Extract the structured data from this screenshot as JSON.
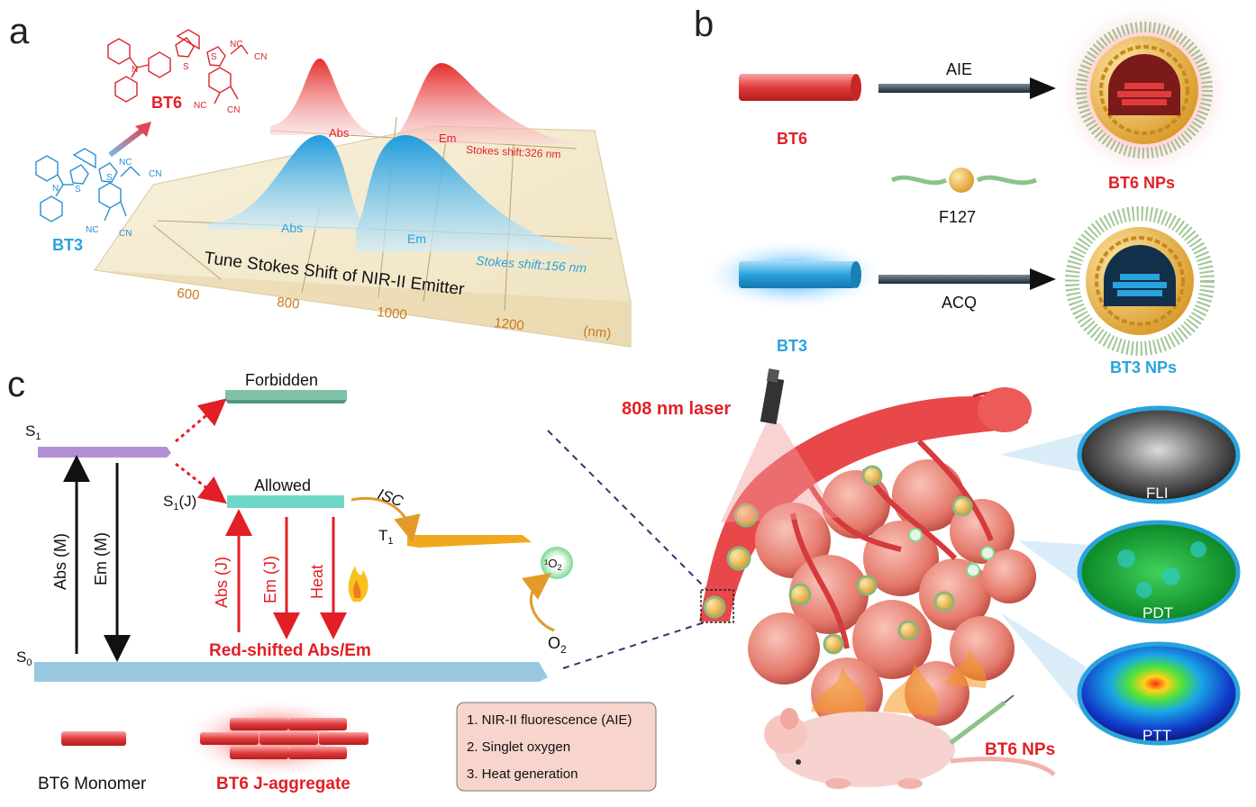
{
  "panels": {
    "a": "a",
    "b": "b",
    "c": "c"
  },
  "panel_a": {
    "compound_bt6": "BT6",
    "compound_bt3": "BT3",
    "cn_label": "CN",
    "nc_label": "NC",
    "atom_n": "N",
    "atom_s": "S",
    "bt6_abs": "Abs",
    "bt6_em": "Em",
    "bt6_stokes": "Stokes shift:326 nm",
    "bt3_abs": "Abs",
    "bt3_em": "Em",
    "bt3_stokes": "Stokes shift:156 nm",
    "title": "Tune Stokes Shift of NIR-II Emitter",
    "ticks": [
      "600",
      "800",
      "1000",
      "1200",
      "(nm)"
    ],
    "colors": {
      "bt6": "#e02a2a",
      "bt3": "#2aa3dc",
      "tick": "#c77a1f",
      "plane": "#f4ecd2"
    }
  },
  "panel_b": {
    "bt6_label": "BT6",
    "bt3_label": "BT3",
    "aie_label": "AIE",
    "acq_label": "ACQ",
    "f127_label": "F127",
    "bt6_nps": "BT6 NPs",
    "bt3_nps": "BT3 NPs"
  },
  "panel_c": {
    "forbidden": "Forbidden",
    "allowed": "Allowed",
    "s1": "S",
    "s1_sub": "1",
    "s1j": "S",
    "s1j_sub": "1",
    "s1j_suffix": "(J)",
    "s0": "S",
    "s0_sub": "0",
    "t1": "T",
    "t1_sub": "1",
    "isc": "ISC",
    "abs_m": "Abs (M)",
    "em_m": "Em (M)",
    "abs_j": "Abs (J)",
    "em_j": "Em (J)",
    "heat": "Heat",
    "o2": "O",
    "o2_sub": "2",
    "singlet_o2": "¹O",
    "singlet_o2_sub": "2",
    "red_shifted": "Red-shifted Abs/Em",
    "monomer": "BT6 Monomer",
    "j_aggregate": "BT6 J-aggregate",
    "list": [
      "1. NIR-II fluorescence (AIE)",
      "2. Singlet oxygen",
      "3. Heat generation"
    ],
    "laser": "808 nm laser",
    "fli": "FLI",
    "pdt": "PDT",
    "ptt": "PTT",
    "bt6_nps": "BT6 NPs"
  }
}
